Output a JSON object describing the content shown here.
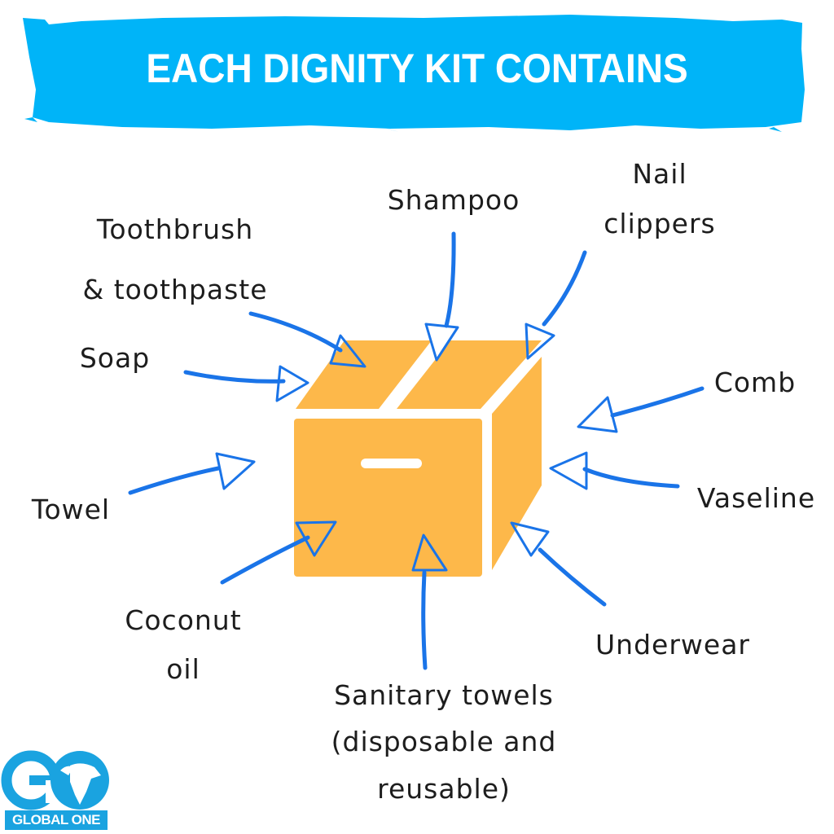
{
  "header": {
    "title": "EACH DIGNITY KIT CONTAINS",
    "banner_color": "#00b4f8"
  },
  "diagram": {
    "center_object": "box-icon",
    "box_color": "#fdb84a",
    "arrow_color": "#1a74e8",
    "items": [
      {
        "id": "toothbrush",
        "line1": "Toothbrush",
        "line2": "& toothpaste"
      },
      {
        "id": "shampoo",
        "line1": "Shampoo"
      },
      {
        "id": "nail-clippers",
        "line1": "Nail",
        "line2": "clippers"
      },
      {
        "id": "soap",
        "line1": "Soap"
      },
      {
        "id": "comb",
        "line1": "Comb"
      },
      {
        "id": "towel",
        "line1": "Towel"
      },
      {
        "id": "vaseline",
        "line1": "Vaseline"
      },
      {
        "id": "coconut-oil",
        "line1": "Coconut",
        "line2": "oil"
      },
      {
        "id": "underwear",
        "line1": "Underwear"
      },
      {
        "id": "sanitary-towels",
        "line1": "Sanitary towels",
        "line2": "(disposable and",
        "line3": "reusable)"
      }
    ]
  },
  "logo": {
    "mark": "GO",
    "name": "GLOBAL ONE",
    "color": "#1aa3e0"
  }
}
